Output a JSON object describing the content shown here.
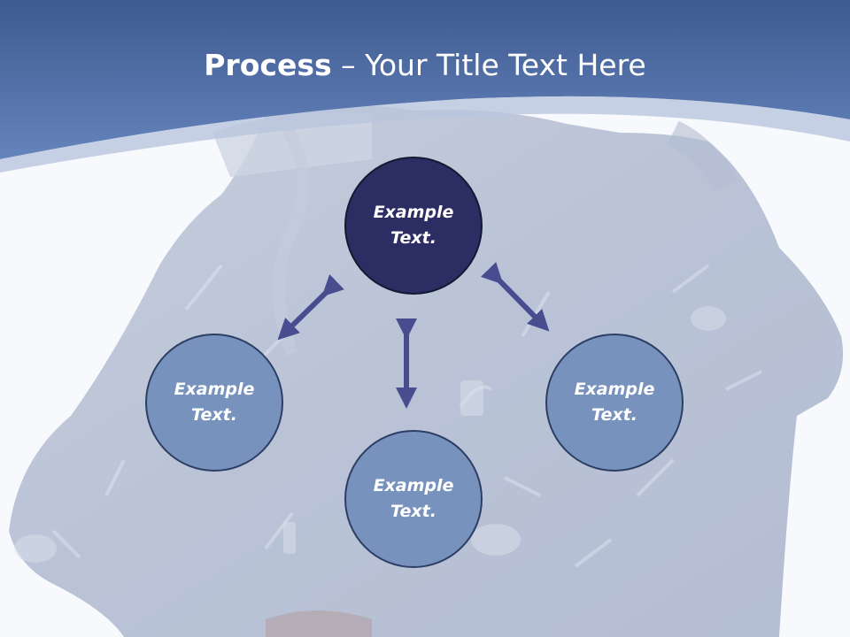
{
  "slide": {
    "title_bold": "Process",
    "title_separator": " – ",
    "title_rest": "Your Title Text Here"
  },
  "diagram": {
    "center_node": {
      "line1": "Example",
      "line2": "Text."
    },
    "left_node": {
      "line1": "Example",
      "line2": "Text."
    },
    "right_node": {
      "line1": "Example",
      "line2": "Text."
    },
    "bottom_node": {
      "line1": "Example",
      "line2": "Text."
    }
  },
  "colors": {
    "header": "#5470a8",
    "center_fill": "#2c2d62",
    "node_fill": "#7892be",
    "arrow": "#4a4c90"
  }
}
